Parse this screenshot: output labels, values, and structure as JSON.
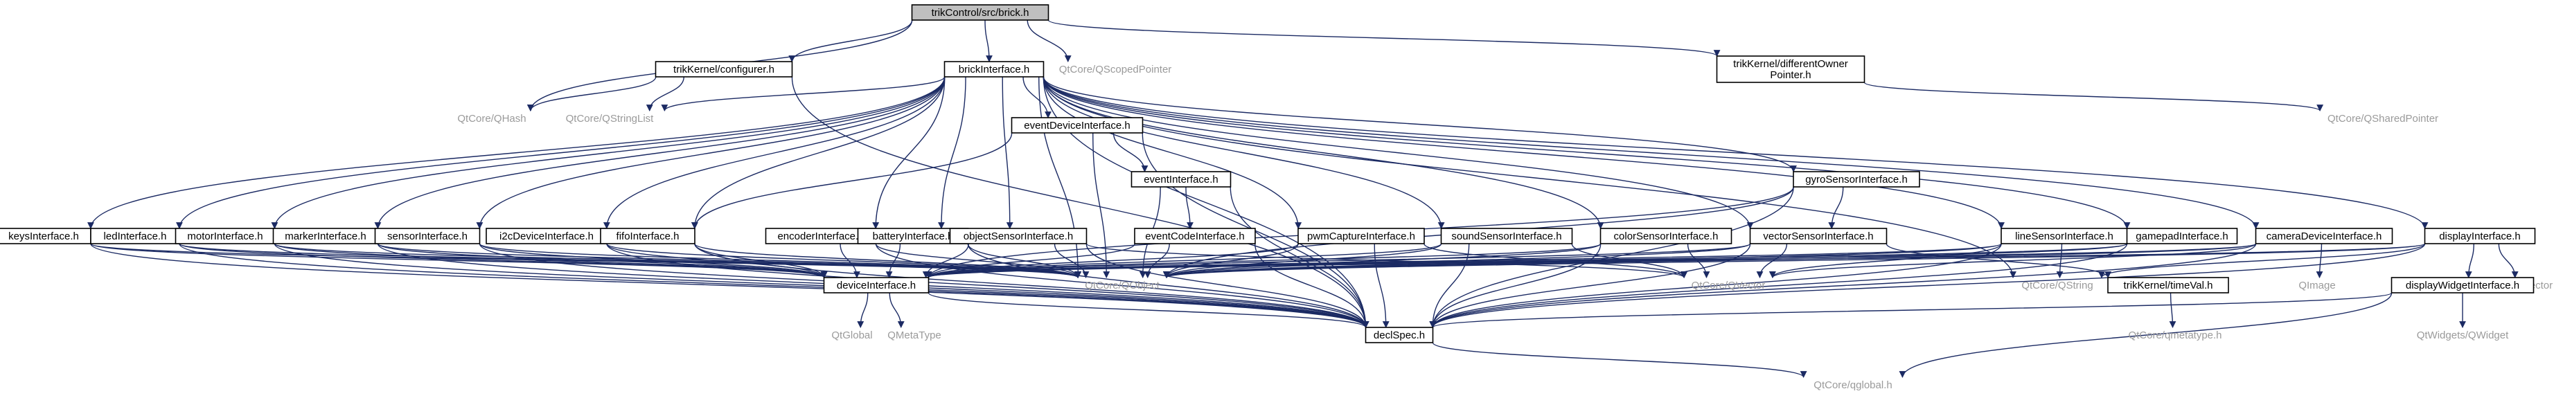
{
  "diagram": {
    "colors": {
      "edge": "#1b2a63",
      "root_fill": "#bfbfbf",
      "node_fill": "#ffffff",
      "external_text": "#9a9a9a"
    },
    "nodes": [
      {
        "id": "brick",
        "label": "trikControl/src/brick.h",
        "kind": "root"
      },
      {
        "id": "configurer",
        "label": "trikKernel/configurer.h",
        "kind": "normal"
      },
      {
        "id": "brickIf",
        "label": "brickInterface.h",
        "kind": "normal"
      },
      {
        "id": "qscoped",
        "label": "QtCore/QScopedPointer",
        "kind": "external"
      },
      {
        "id": "diffOwner",
        "label": "trikKernel/differentOwner\nPointer.h",
        "kind": "normal"
      },
      {
        "id": "qhash",
        "label": "QtCore/QHash",
        "kind": "external"
      },
      {
        "id": "qstringlist",
        "label": "QtCore/QStringList",
        "kind": "external"
      },
      {
        "id": "eventDev",
        "label": "eventDeviceInterface.h",
        "kind": "normal"
      },
      {
        "id": "qshared",
        "label": "QtCore/QSharedPointer",
        "kind": "external"
      },
      {
        "id": "eventIf",
        "label": "eventInterface.h",
        "kind": "normal"
      },
      {
        "id": "gyro",
        "label": "gyroSensorInterface.h",
        "kind": "normal"
      },
      {
        "id": "keys",
        "label": "keysInterface.h",
        "kind": "normal"
      },
      {
        "id": "led",
        "label": "ledInterface.h",
        "kind": "normal"
      },
      {
        "id": "motor",
        "label": "motorInterface.h",
        "kind": "normal"
      },
      {
        "id": "marker",
        "label": "markerInterface.h",
        "kind": "normal"
      },
      {
        "id": "sensor",
        "label": "sensorInterface.h",
        "kind": "normal"
      },
      {
        "id": "i2c",
        "label": "i2cDeviceInterface.h",
        "kind": "normal"
      },
      {
        "id": "fifo",
        "label": "fifoInterface.h",
        "kind": "normal"
      },
      {
        "id": "encoder",
        "label": "encoderInterface.h",
        "kind": "normal"
      },
      {
        "id": "battery",
        "label": "batteryInterface.h",
        "kind": "normal"
      },
      {
        "id": "objSensor",
        "label": "objectSensorInterface.h",
        "kind": "normal"
      },
      {
        "id": "eventCode",
        "label": "eventCodeInterface.h",
        "kind": "normal"
      },
      {
        "id": "pwmCapture",
        "label": "pwmCaptureInterface.h",
        "kind": "normal"
      },
      {
        "id": "sound",
        "label": "soundSensorInterface.h",
        "kind": "normal"
      },
      {
        "id": "colorS",
        "label": "colorSensorInterface.h",
        "kind": "normal"
      },
      {
        "id": "vector",
        "label": "vectorSensorInterface.h",
        "kind": "normal"
      },
      {
        "id": "lineS",
        "label": "lineSensorInterface.h",
        "kind": "normal"
      },
      {
        "id": "gamepad",
        "label": "gamepadInterface.h",
        "kind": "normal"
      },
      {
        "id": "camera",
        "label": "cameraDeviceInterface.h",
        "kind": "normal"
      },
      {
        "id": "display",
        "label": "displayInterface.h",
        "kind": "normal"
      },
      {
        "id": "deviceIf",
        "label": "deviceInterface.h",
        "kind": "normal"
      },
      {
        "id": "qobject",
        "label": "QtCore/QObject",
        "kind": "external"
      },
      {
        "id": "qvector",
        "label": "QtCore/QVector",
        "kind": "external"
      },
      {
        "id": "qstring",
        "label": "QtCore/QString",
        "kind": "external"
      },
      {
        "id": "timeVal",
        "label": "trikKernel/timeVal.h",
        "kind": "normal"
      },
      {
        "id": "qimage",
        "label": "QImage",
        "kind": "external"
      },
      {
        "id": "qvector2",
        "label": "QVector",
        "kind": "external"
      },
      {
        "id": "dispWidget",
        "label": "displayWidgetInterface.h",
        "kind": "normal"
      },
      {
        "id": "qglobal",
        "label": "QtGlobal",
        "kind": "external"
      },
      {
        "id": "qmetatype",
        "label": "QMetaType",
        "kind": "external"
      },
      {
        "id": "declSpec",
        "label": "declSpec.h",
        "kind": "normal"
      },
      {
        "id": "qmetatypeH",
        "label": "QtCore/qmetatype.h",
        "kind": "external"
      },
      {
        "id": "qwidget",
        "label": "QtWidgets/QWidget",
        "kind": "external"
      },
      {
        "id": "qglobalH",
        "label": "QtCore/qglobal.h",
        "kind": "external"
      }
    ],
    "edges": [
      [
        "brick",
        "configurer"
      ],
      [
        "brick",
        "brickIf"
      ],
      [
        "brick",
        "qscoped"
      ],
      [
        "brick",
        "diffOwner"
      ],
      [
        "brick",
        "qhash"
      ],
      [
        "configurer",
        "qhash"
      ],
      [
        "configurer",
        "qstringlist"
      ],
      [
        "configurer",
        "declSpec"
      ],
      [
        "diffOwner",
        "qshared"
      ],
      [
        "brickIf",
        "qstringlist"
      ],
      [
        "brickIf",
        "eventDev"
      ],
      [
        "brickIf",
        "gyro"
      ],
      [
        "brickIf",
        "keys"
      ],
      [
        "brickIf",
        "led"
      ],
      [
        "brickIf",
        "motor"
      ],
      [
        "brickIf",
        "marker"
      ],
      [
        "brickIf",
        "sensor"
      ],
      [
        "brickIf",
        "i2c"
      ],
      [
        "brickIf",
        "fifo"
      ],
      [
        "brickIf",
        "encoder"
      ],
      [
        "brickIf",
        "battery"
      ],
      [
        "brickIf",
        "objSensor"
      ],
      [
        "brickIf",
        "pwmCapture"
      ],
      [
        "brickIf",
        "sound"
      ],
      [
        "brickIf",
        "colorS"
      ],
      [
        "brickIf",
        "vector"
      ],
      [
        "brickIf",
        "lineS"
      ],
      [
        "brickIf",
        "gamepad"
      ],
      [
        "brickIf",
        "camera"
      ],
      [
        "brickIf",
        "display"
      ],
      [
        "brickIf",
        "qobject"
      ],
      [
        "brickIf",
        "qstring"
      ],
      [
        "brickIf",
        "declSpec"
      ],
      [
        "eventDev",
        "eventIf"
      ],
      [
        "eventDev",
        "qobject"
      ],
      [
        "eventDev",
        "fifo"
      ],
      [
        "eventDev",
        "declSpec"
      ],
      [
        "eventIf",
        "eventCode"
      ],
      [
        "eventIf",
        "qobject"
      ],
      [
        "eventIf",
        "declSpec"
      ],
      [
        "eventCode",
        "deviceIf"
      ],
      [
        "eventCode",
        "qobject"
      ],
      [
        "eventCode",
        "declSpec"
      ],
      [
        "gyro",
        "vector"
      ],
      [
        "gyro",
        "qobject"
      ],
      [
        "gyro",
        "deviceIf"
      ],
      [
        "gyro",
        "declSpec"
      ],
      [
        "keys",
        "qobject"
      ],
      [
        "keys",
        "deviceIf"
      ],
      [
        "keys",
        "declSpec"
      ],
      [
        "led",
        "deviceIf"
      ],
      [
        "led",
        "qobject"
      ],
      [
        "led",
        "declSpec"
      ],
      [
        "motor",
        "deviceIf"
      ],
      [
        "motor",
        "qobject"
      ],
      [
        "motor",
        "declSpec"
      ],
      [
        "marker",
        "deviceIf"
      ],
      [
        "marker",
        "qobject"
      ],
      [
        "marker",
        "declSpec"
      ],
      [
        "sensor",
        "deviceIf"
      ],
      [
        "sensor",
        "qobject"
      ],
      [
        "sensor",
        "declSpec"
      ],
      [
        "i2c",
        "deviceIf"
      ],
      [
        "i2c",
        "qobject"
      ],
      [
        "i2c",
        "declSpec"
      ],
      [
        "fifo",
        "deviceIf"
      ],
      [
        "fifo",
        "qobject"
      ],
      [
        "fifo",
        "declSpec"
      ],
      [
        "encoder",
        "deviceIf"
      ],
      [
        "encoder",
        "qobject"
      ],
      [
        "encoder",
        "declSpec"
      ],
      [
        "battery",
        "deviceIf"
      ],
      [
        "battery",
        "qobject"
      ],
      [
        "battery",
        "declSpec"
      ],
      [
        "objSensor",
        "deviceIf"
      ],
      [
        "objSensor",
        "qobject"
      ],
      [
        "objSensor",
        "qvector"
      ],
      [
        "objSensor",
        "declSpec"
      ],
      [
        "pwmCapture",
        "deviceIf"
      ],
      [
        "pwmCapture",
        "qobject"
      ],
      [
        "pwmCapture",
        "qvector"
      ],
      [
        "pwmCapture",
        "declSpec"
      ],
      [
        "sound",
        "deviceIf"
      ],
      [
        "sound",
        "qobject"
      ],
      [
        "sound",
        "qvector"
      ],
      [
        "sound",
        "declSpec"
      ],
      [
        "colorS",
        "deviceIf"
      ],
      [
        "colorS",
        "qobject"
      ],
      [
        "colorS",
        "qvector"
      ],
      [
        "colorS",
        "declSpec"
      ],
      [
        "vector",
        "deviceIf"
      ],
      [
        "vector",
        "qobject"
      ],
      [
        "vector",
        "qvector"
      ],
      [
        "vector",
        "declSpec"
      ],
      [
        "vector",
        "timeVal"
      ],
      [
        "lineS",
        "deviceIf"
      ],
      [
        "lineS",
        "qobject"
      ],
      [
        "lineS",
        "qvector"
      ],
      [
        "lineS",
        "qstring"
      ],
      [
        "lineS",
        "declSpec"
      ],
      [
        "gamepad",
        "qobject"
      ],
      [
        "gamepad",
        "deviceIf"
      ],
      [
        "gamepad",
        "declSpec"
      ],
      [
        "camera",
        "deviceIf"
      ],
      [
        "camera",
        "qobject"
      ],
      [
        "camera",
        "qvector"
      ],
      [
        "camera",
        "qimage"
      ],
      [
        "camera",
        "declSpec"
      ],
      [
        "display",
        "qstring"
      ],
      [
        "display",
        "qvector2"
      ],
      [
        "display",
        "dispWidget"
      ],
      [
        "display",
        "deviceIf"
      ],
      [
        "display",
        "declSpec"
      ],
      [
        "display",
        "qobject"
      ],
      [
        "dispWidget",
        "qwidget"
      ],
      [
        "dispWidget",
        "declSpec"
      ],
      [
        "dispWidget",
        "qglobalH"
      ],
      [
        "deviceIf",
        "qglobal"
      ],
      [
        "deviceIf",
        "qmetatype"
      ],
      [
        "deviceIf",
        "declSpec"
      ],
      [
        "timeVal",
        "qmetatypeH"
      ],
      [
        "declSpec",
        "qglobalH"
      ]
    ]
  }
}
